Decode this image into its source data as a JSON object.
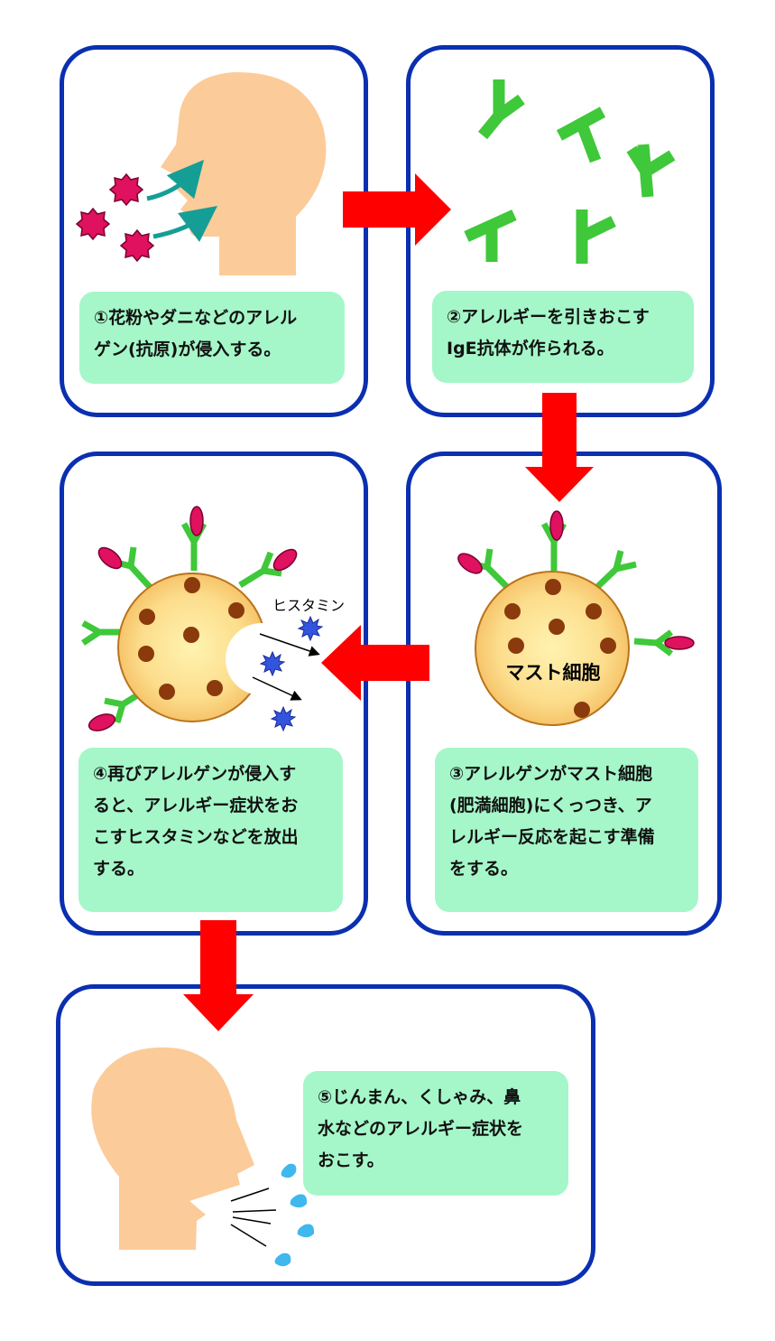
{
  "steps": [
    {
      "id": "step1",
      "lines": [
        "①花粉やダニなどのアレル",
        "ゲン(抗原)が侵入する。"
      ]
    },
    {
      "id": "step2",
      "lines": [
        "②アレルギーを引きおこす",
        "IgE抗体が作られる。"
      ]
    },
    {
      "id": "step3",
      "lines": [
        "③アレルゲンがマスト細胞",
        "(肥満細胞)にくっつき、ア",
        "レルギー反応を起こす準備",
        "をする。"
      ]
    },
    {
      "id": "step4",
      "lines": [
        "④再びアレルゲンが侵入す",
        "ると、アレルギー症状をお",
        "こすヒスタミンなどを放出",
        "する。"
      ]
    },
    {
      "id": "step5",
      "lines": [
        "⑤じんまん、くしゃみ、鼻",
        "水などのアレルギー症状を",
        "おこす。"
      ]
    }
  ],
  "labels": {
    "mast_cell": "マスト細胞",
    "histamine": "ヒスタミン"
  },
  "colors": {
    "panel_border": "#0a2fb0",
    "caption_bg": "#a5f7c9",
    "arrow": "#ff0000",
    "antibody": "#3fc83a",
    "allergen": "#e0115f",
    "skin": "#fccb9a",
    "cell_fill": "#fcd98a",
    "cell_edge": "#b8741c",
    "granule": "#8a3a0c",
    "histamine": "#3355dd",
    "droplet": "#3fb8ee",
    "inhale_arrow": "#159e96"
  }
}
